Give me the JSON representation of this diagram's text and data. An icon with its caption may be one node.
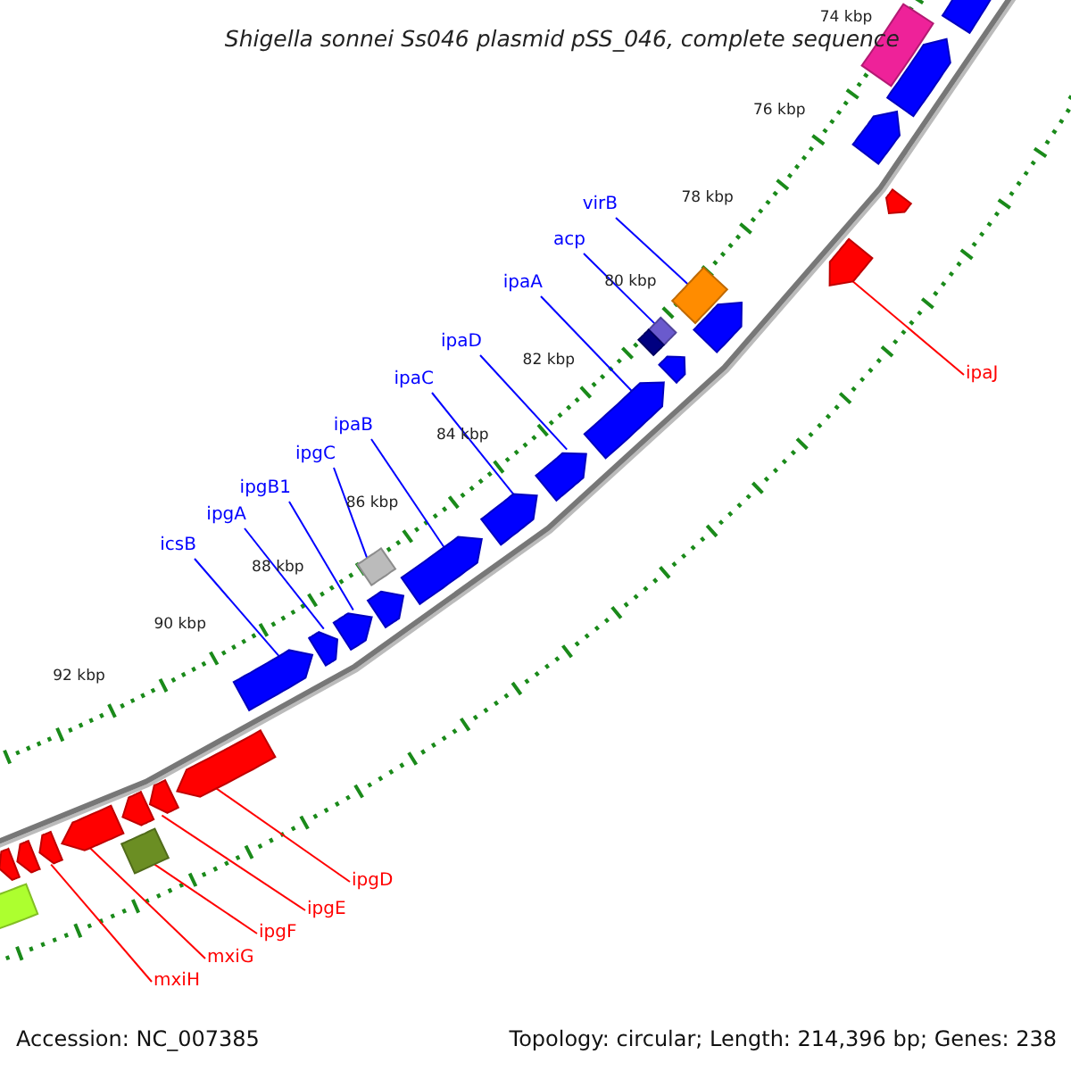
{
  "diagram": {
    "title": "Shigella sonnei Ss046 plasmid pSS_046, complete sequence",
    "nodes": [
      {
        "text": [
          "virB"
        ]
      },
      {
        "text": [
          "acp"
        ]
      },
      {
        "text": [
          "ipaA"
        ]
      },
      {
        "text": [
          "ipaD"
        ]
      },
      {
        "text": [
          "ipaC"
        ]
      },
      {
        "text": [
          "ipaB"
        ]
      },
      {
        "text": [
          "ipgC"
        ]
      },
      {
        "text": [
          "ipgB1"
        ]
      },
      {
        "text": [
          "ipgA"
        ]
      },
      {
        "text": [
          "icsB"
        ]
      },
      {
        "text": [
          "ipaJ"
        ]
      },
      {
        "text": [
          "ipgD"
        ]
      },
      {
        "text": [
          "ipgE"
        ]
      },
      {
        "text": [
          "ipgF"
        ]
      },
      {
        "text": [
          "mxiG"
        ]
      },
      {
        "text": [
          "mxiH"
        ]
      },
      {
        "text": [],
        "shape": "arrow"
      },
      {
        "text": [],
        "shape": "box"
      },
      {
        "text": [],
        "shape": "arrow"
      },
      {
        "text": [],
        "shape": "arrow"
      },
      {
        "text": [],
        "shape": "arrow"
      },
      {
        "text": [],
        "shape": "arrow"
      },
      {
        "text": [],
        "shape": "box"
      },
      {
        "text": [],
        "shape": "arrow"
      },
      {
        "text": [],
        "shape": "box"
      },
      {
        "text": [],
        "shape": "box"
      },
      {
        "text": [],
        "shape": "arrow"
      },
      {
        "text": [],
        "shape": "arrow"
      },
      {
        "text": [],
        "shape": "arrow"
      },
      {
        "text": [],
        "shape": "arrow"
      },
      {
        "text": [],
        "shape": "arrow"
      },
      {
        "text": [],
        "shape": "box"
      },
      {
        "text": [],
        "shape": "arrow"
      },
      {
        "text": [],
        "shape": "arrow"
      },
      {
        "text": [],
        "shape": "arrow"
      },
      {
        "text": [],
        "shape": "arrow"
      },
      {
        "text": [],
        "shape": "arrow"
      },
      {
        "text": [],
        "shape": "arrow"
      },
      {
        "text": [],
        "shape": "box"
      },
      {
        "text": [],
        "shape": "arrow"
      },
      {
        "text": [],
        "shape": "arrow"
      },
      {
        "text": [],
        "shape": "arrow"
      },
      {
        "text": [],
        "shape": "arrow"
      },
      {
        "text": [],
        "shape": "arrow"
      },
      {
        "text": [],
        "shape": "box"
      }
    ],
    "edges": [
      {
        "from": 0,
        "to": 22,
        "arrow": "none"
      },
      {
        "from": 1,
        "to": 24,
        "arrow": "none"
      },
      {
        "from": 2,
        "to": 27,
        "arrow": "none"
      },
      {
        "from": 3,
        "to": 28,
        "arrow": "none"
      },
      {
        "from": 4,
        "to": 29,
        "arrow": "none"
      },
      {
        "from": 5,
        "to": 30,
        "arrow": "none"
      },
      {
        "from": 6,
        "to": 31,
        "arrow": "none"
      },
      {
        "from": 7,
        "to": 33,
        "arrow": "none"
      },
      {
        "from": 8,
        "to": 34,
        "arrow": "none"
      },
      {
        "from": 9,
        "to": 35,
        "arrow": "none"
      },
      {
        "from": 10,
        "to": 21,
        "arrow": "none",
        "color": "#ff0000"
      },
      {
        "from": 11,
        "to": 36,
        "arrow": "none",
        "color": "#ff0000"
      },
      {
        "from": 12,
        "to": 37,
        "arrow": "none",
        "color": "#ff0000"
      },
      {
        "from": 13,
        "to": 38,
        "arrow": "none",
        "color": "#ff0000"
      },
      {
        "from": 14,
        "to": 40,
        "arrow": "none",
        "color": "#ff0000"
      },
      {
        "from": 15,
        "to": 41,
        "arrow": "none",
        "color": "#ff0000"
      }
    ],
    "labels": [
      "74 kbp",
      "76 kbp",
      "78 kbp",
      "80 kbp",
      "82 kbp",
      "84 kbp",
      "86 kbp",
      "88 kbp",
      "90 kbp",
      "92 kbp",
      "Accession: NC_007385",
      "Topology: circular; Length: 214,396 bp; Genes: 238"
    ]
  }
}
